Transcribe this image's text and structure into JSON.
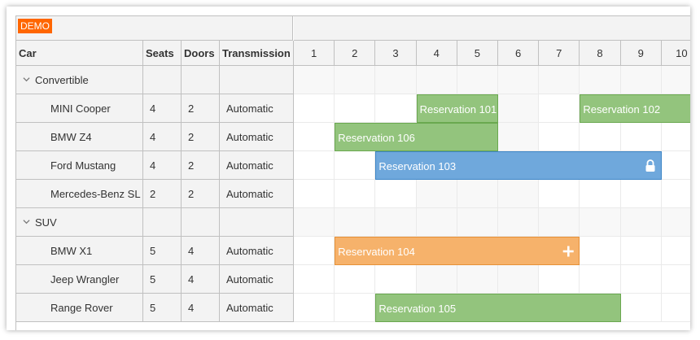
{
  "badge": "DEMO",
  "columns": [
    "Car",
    "Seats",
    "Doors",
    "Transmission"
  ],
  "days": [
    "1",
    "2",
    "3",
    "4",
    "5",
    "6",
    "7",
    "8",
    "9",
    "10"
  ],
  "rows": [
    {
      "type": "group",
      "name": "Convertible"
    },
    {
      "type": "car",
      "name": "MINI Cooper",
      "seats": "4",
      "doors": "2",
      "transmission": "Automatic"
    },
    {
      "type": "car",
      "name": "BMW Z4",
      "seats": "4",
      "doors": "2",
      "transmission": "Automatic"
    },
    {
      "type": "car",
      "name": "Ford Mustang",
      "seats": "4",
      "doors": "2",
      "transmission": "Automatic"
    },
    {
      "type": "car",
      "name": "Mercedes-Benz SL",
      "seats": "2",
      "doors": "2",
      "transmission": "Automatic"
    },
    {
      "type": "group",
      "name": "SUV"
    },
    {
      "type": "car",
      "name": "BMW X1",
      "seats": "5",
      "doors": "4",
      "transmission": "Automatic"
    },
    {
      "type": "car",
      "name": "Jeep Wrangler",
      "seats": "5",
      "doors": "4",
      "transmission": "Automatic"
    },
    {
      "type": "car",
      "name": "Range Rover",
      "seats": "5",
      "doors": "4",
      "transmission": "Automatic"
    }
  ],
  "events": [
    {
      "label": "Reservation 101",
      "row": 1,
      "start": 4,
      "end": 5,
      "color": "green",
      "icon": "none"
    },
    {
      "label": "Reservation 102",
      "row": 1,
      "start": 8,
      "end": 10,
      "color": "green",
      "icon": "none"
    },
    {
      "label": "Reservation 106",
      "row": 2,
      "start": 2,
      "end": 5,
      "color": "green",
      "icon": "none"
    },
    {
      "label": "Reservation 103",
      "row": 3,
      "start": 3,
      "end": 9,
      "color": "blue",
      "icon": "lock-icon"
    },
    {
      "label": "Reservation 104",
      "row": 6,
      "start": 2,
      "end": 7,
      "color": "orange",
      "icon": "plus-icon"
    },
    {
      "label": "Reservation 105",
      "row": 8,
      "start": 3,
      "end": 8,
      "color": "green",
      "icon": "none"
    }
  ],
  "colors": {
    "green": "#93c47d",
    "blue": "#6fa8dc",
    "orange": "#f6b26b",
    "demo": "#ff6600"
  }
}
